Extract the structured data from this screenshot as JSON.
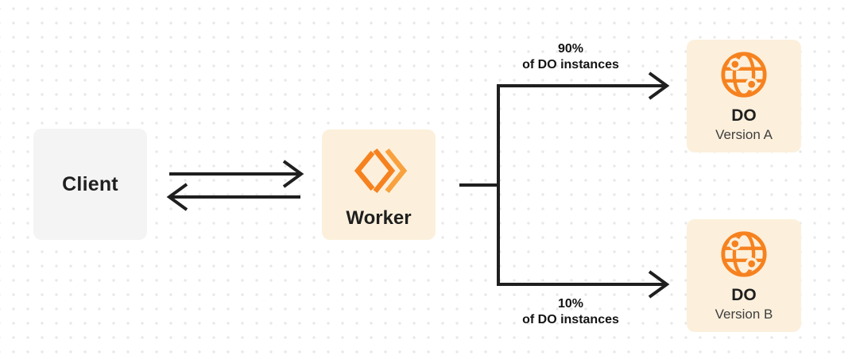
{
  "colors": {
    "orange": "#F6821F",
    "orange_light": "#F9A13E",
    "cream": "#FCF0DC",
    "gray_box": "#F4F4F5",
    "ink": "#1F1F1F",
    "subtle": "#3F3F3F",
    "dot": "#E8E8E8",
    "bg": "#FFFFFF"
  },
  "diagram": {
    "client": {
      "label": "Client"
    },
    "worker": {
      "label": "Worker"
    },
    "do_a": {
      "title": "DO",
      "subtitle": "Version A"
    },
    "do_b": {
      "title": "DO",
      "subtitle": "Version B"
    },
    "branch_top": {
      "line1": "90%",
      "line2": "of DO instances"
    },
    "branch_bottom": {
      "line1": "10%",
      "line2": "of DO instances"
    }
  }
}
